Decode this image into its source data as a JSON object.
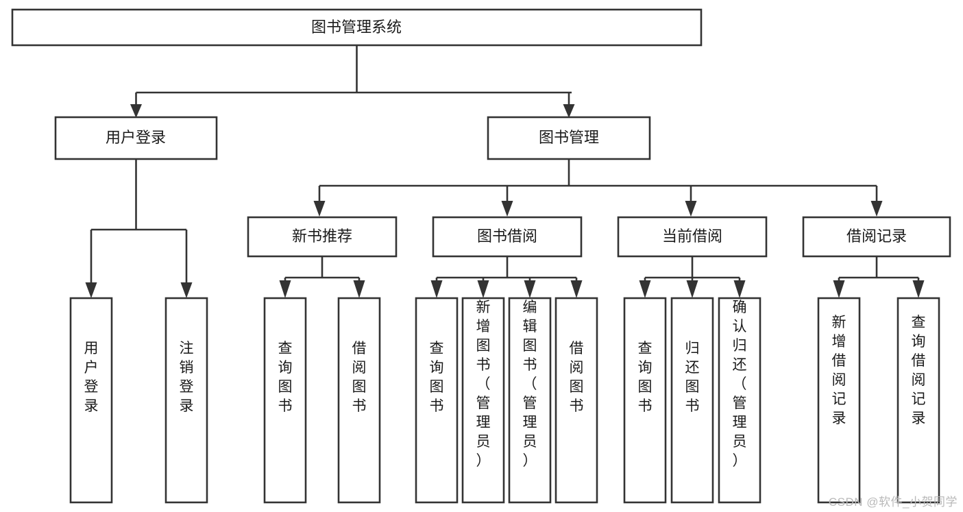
{
  "diagram": {
    "title": "图书管理系统",
    "watermark": "CSDN @软件_小贺同学",
    "colors": {
      "stroke": "#333333",
      "fill": "#ffffff",
      "text": "#1a1a1a",
      "watermark": "#b9b9b9"
    },
    "root": {
      "label": "图书管理系统"
    },
    "level2": [
      {
        "label": "用户登录"
      },
      {
        "label": "图书管理"
      }
    ],
    "level3": [
      {
        "label": "新书推荐"
      },
      {
        "label": "图书借阅"
      },
      {
        "label": "当前借阅"
      },
      {
        "label": "借阅记录"
      }
    ],
    "leaves": {
      "user_login": [
        {
          "label": "用户登录"
        },
        {
          "label": "注销登录"
        }
      ],
      "new_book": [
        {
          "label": "查询图书"
        },
        {
          "label": "借阅图书"
        }
      ],
      "book_borrow": [
        {
          "label": "查询图书"
        },
        {
          "label": "新增图书（管理员）"
        },
        {
          "label": "编辑图书（管理员）"
        },
        {
          "label": "借阅图书"
        }
      ],
      "current_borrow": [
        {
          "label": "查询图书"
        },
        {
          "label": "归还图书"
        },
        {
          "label": "确认归还（管理员）"
        }
      ],
      "borrow_record": [
        {
          "label": "新增借阅记录"
        },
        {
          "label": "查询借阅记录"
        }
      ]
    }
  }
}
